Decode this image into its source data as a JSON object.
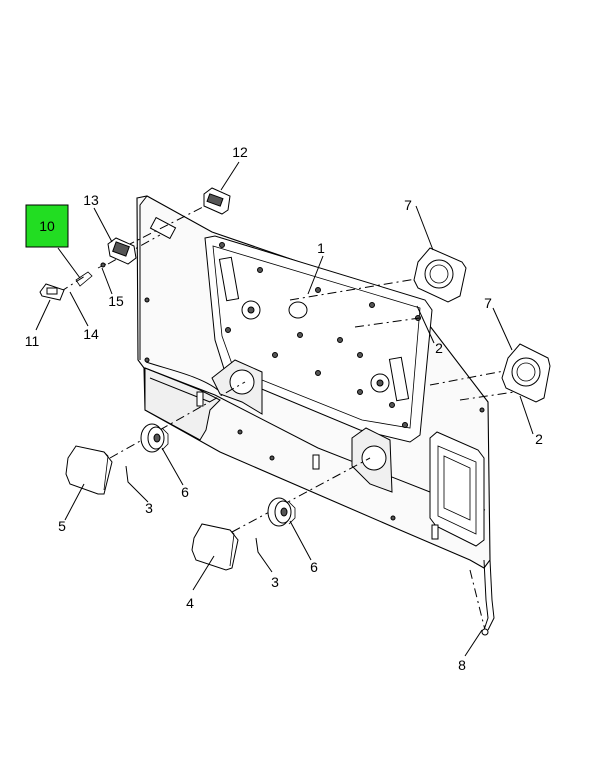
{
  "diagram": {
    "highlight_color": "#22dd22",
    "callouts": [
      {
        "id": "c1",
        "label": "1"
      },
      {
        "id": "c2a",
        "label": "2"
      },
      {
        "id": "c2b",
        "label": "2"
      },
      {
        "id": "c3a",
        "label": "3"
      },
      {
        "id": "c3b",
        "label": "3"
      },
      {
        "id": "c4",
        "label": "4"
      },
      {
        "id": "c5",
        "label": "5"
      },
      {
        "id": "c6a",
        "label": "6"
      },
      {
        "id": "c6b",
        "label": "6"
      },
      {
        "id": "c7a",
        "label": "7"
      },
      {
        "id": "c7b",
        "label": "7"
      },
      {
        "id": "c8",
        "label": "8"
      },
      {
        "id": "c10",
        "label": "10"
      },
      {
        "id": "c11",
        "label": "11"
      },
      {
        "id": "c12",
        "label": "12"
      },
      {
        "id": "c13",
        "label": "13"
      },
      {
        "id": "c14",
        "label": "14"
      },
      {
        "id": "c15",
        "label": "15"
      }
    ]
  }
}
